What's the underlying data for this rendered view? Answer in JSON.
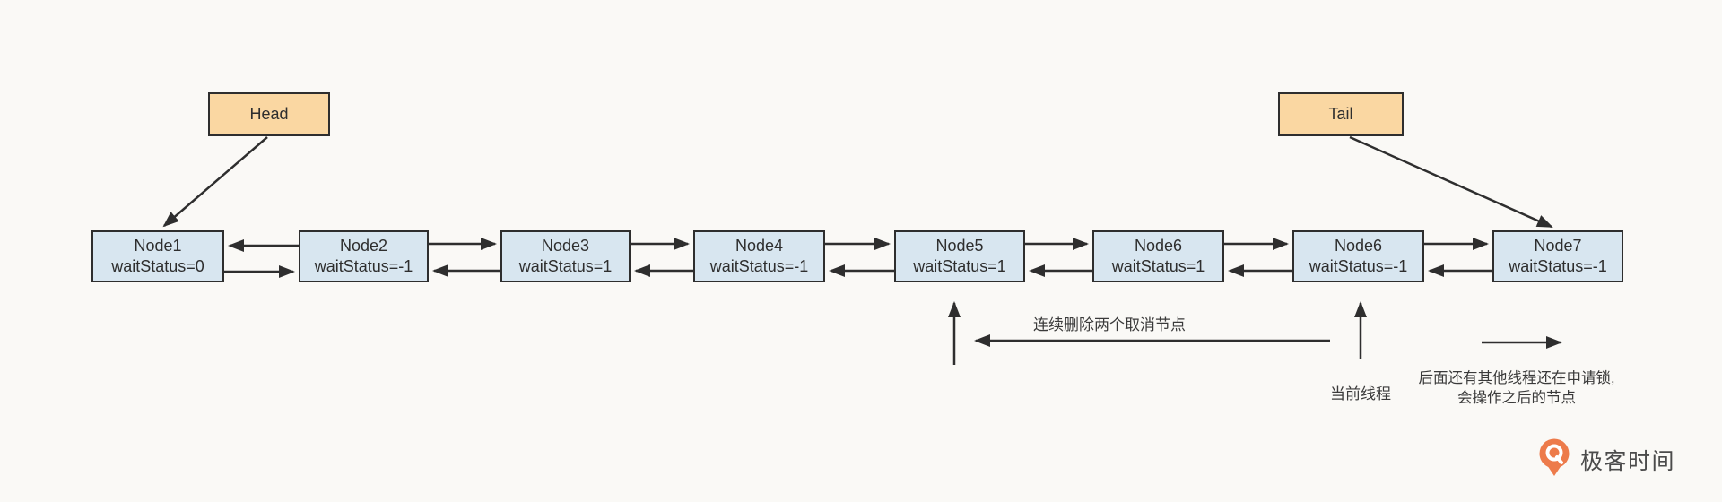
{
  "pointers": {
    "head": {
      "label": "Head"
    },
    "tail": {
      "label": "Tail"
    }
  },
  "nodes": [
    {
      "name": "Node1",
      "status": "waitStatus=0"
    },
    {
      "name": "Node2",
      "status": "waitStatus=-1"
    },
    {
      "name": "Node3",
      "status": "waitStatus=1"
    },
    {
      "name": "Node4",
      "status": "waitStatus=-1"
    },
    {
      "name": "Node5",
      "status": "waitStatus=1"
    },
    {
      "name": "Node6",
      "status": "waitStatus=1"
    },
    {
      "name": "Node6",
      "status": "waitStatus=-1"
    },
    {
      "name": "Node7",
      "status": "waitStatus=-1"
    }
  ],
  "annotations": {
    "delete_note": "连续删除两个取消节点",
    "current_thread": "当前线程",
    "later_note_line1": "后面还有其他线程还在申请锁,",
    "later_note_line2": "会操作之后的节点"
  },
  "logo": {
    "text": "极客时间"
  },
  "colors": {
    "background": "#FAF9F6",
    "node_fill": "#D8E6F0",
    "pointer_fill": "#FAD7A2",
    "line": "#2E2E2E",
    "logo_orange": "#ED7B4B"
  }
}
